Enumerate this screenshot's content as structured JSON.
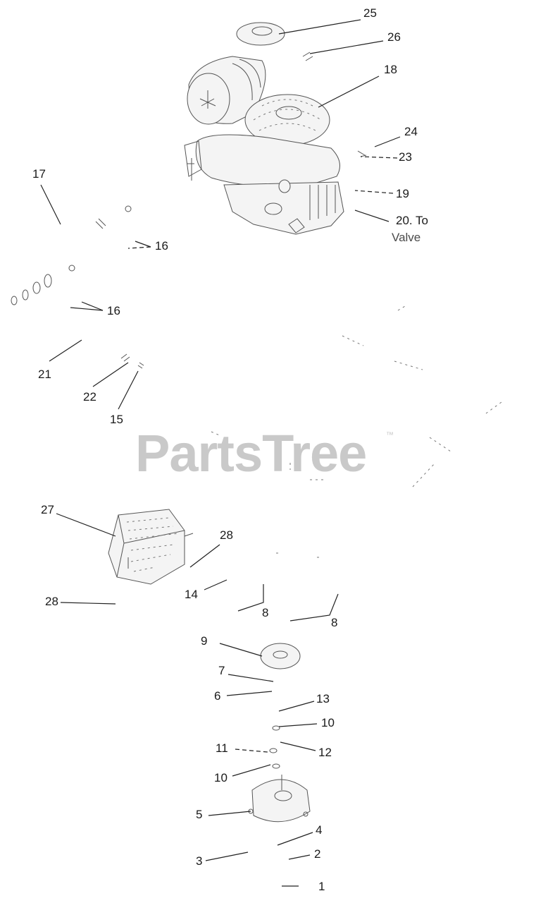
{
  "watermark": {
    "brand": "PartsTree",
    "trademark": "™"
  },
  "callouts": {
    "c1": "1",
    "c2": "2",
    "c3": "3",
    "c4": "4",
    "c5": "5",
    "c6": "6",
    "c7": "7",
    "c8a": "8",
    "c8b": "8",
    "c9": "9",
    "c10a": "10",
    "c10b": "10",
    "c11": "11",
    "c12": "12",
    "c13": "13",
    "c14": "14",
    "c15": "15",
    "c16a": "16",
    "c16b": "16",
    "c17": "17",
    "c18": "18",
    "c19": "19",
    "c20_line1": "20. To",
    "c20_line2": "Valve",
    "c21": "21",
    "c22": "22",
    "c23": "23",
    "c24": "24",
    "c25": "25",
    "c26": "26",
    "c27": "27",
    "c28a": "28",
    "c28b": "28"
  }
}
